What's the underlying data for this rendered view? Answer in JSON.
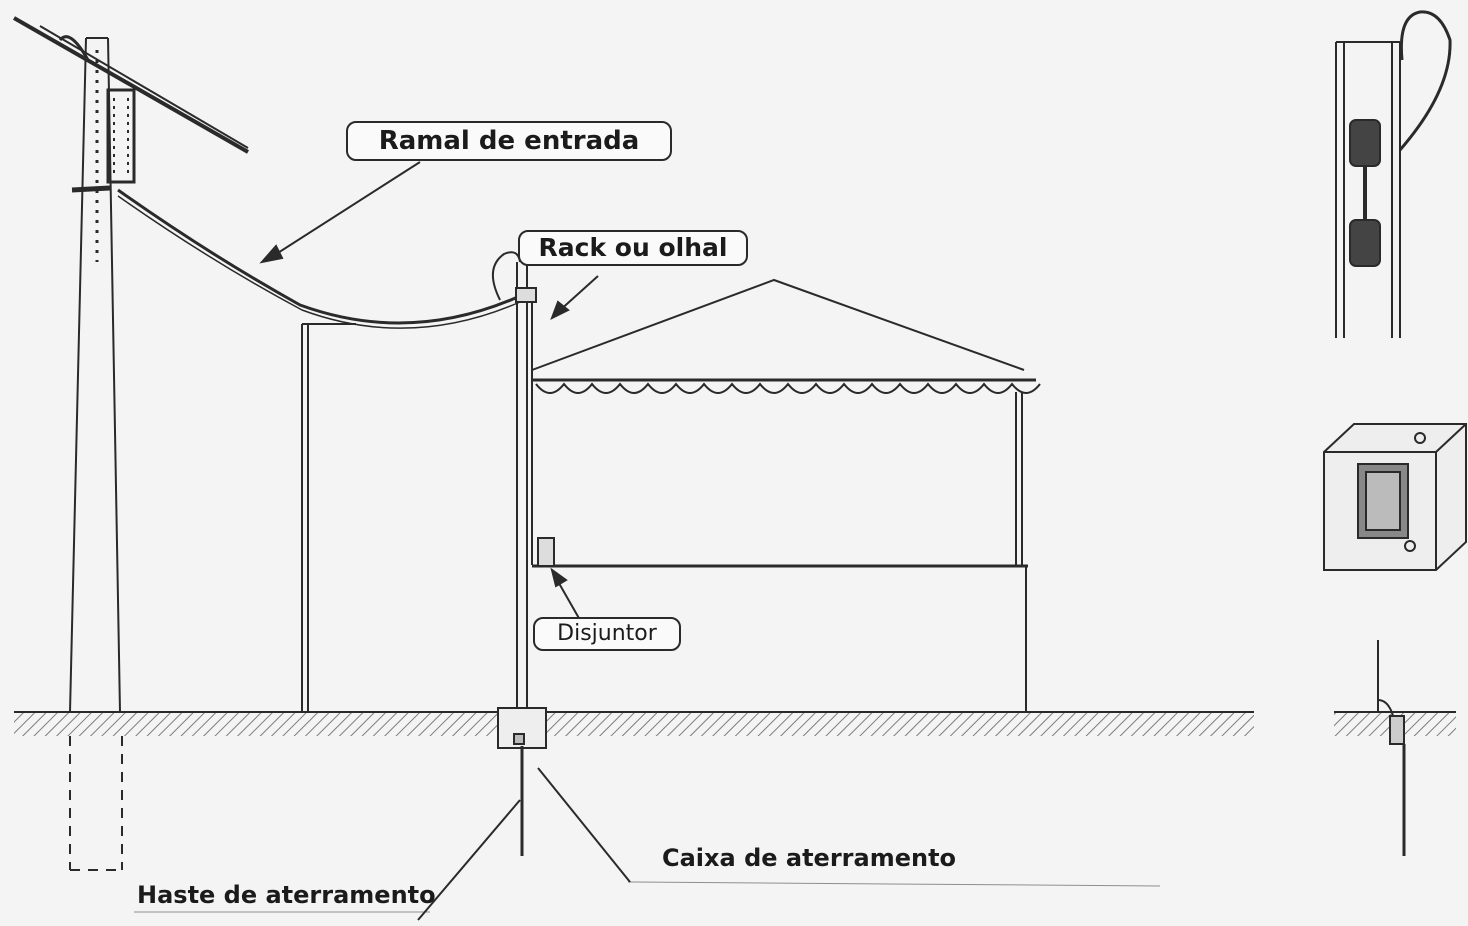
{
  "labels": {
    "ramal": "Ramal de entrada",
    "rack": "Rack ou olhal",
    "disjuntor": "Disjuntor",
    "caixa": "Caixa de aterramento",
    "haste": "Haste de aterramento"
  },
  "colors": {
    "background": "#f3f4f3",
    "line": "#2a2a2a",
    "hatch": "#555555",
    "label_box": "#fafafa"
  }
}
